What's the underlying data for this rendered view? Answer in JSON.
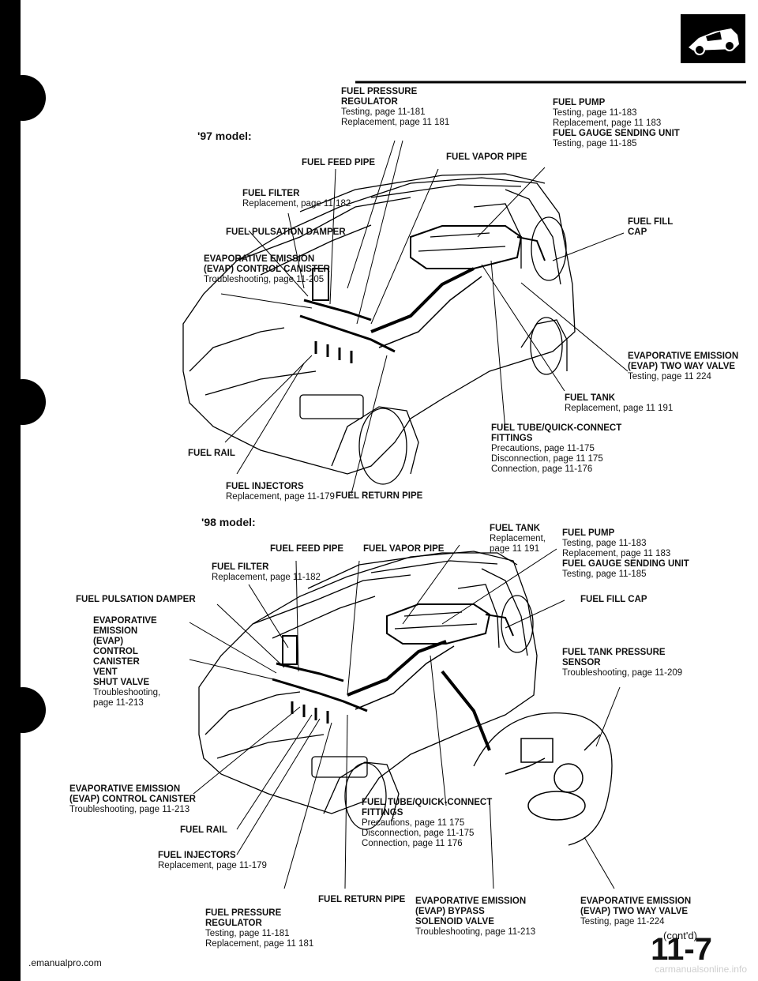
{
  "page": {
    "page_number": "11-7",
    "cont": "(cont'd)",
    "source_url": ".emanualpro.com",
    "watermark": "carmanualsonline.info"
  },
  "model_97": {
    "heading": "'97 model:",
    "fuel_pressure_regulator": {
      "title1": "FUEL PRESSURE",
      "title2": "REGULATOR",
      "line1": "Testing, page 11-181",
      "line2": "Replacement, page 11 181"
    },
    "fuel_pump": {
      "title": "FUEL PUMP",
      "line1": "Testing, page 11-183",
      "line2": "Replacement, page 11 183",
      "title2": "FUEL GAUGE SENDING UNIT",
      "line3": "Testing, page 11-185"
    },
    "fuel_feed_pipe": "FUEL FEED PIPE",
    "fuel_vapor_pipe": "FUEL VAPOR PIPE",
    "fuel_filter": {
      "title": "FUEL FILTER",
      "line1": "Replacement, page 11 182"
    },
    "fuel_fill_cap": {
      "title1": "FUEL FILL",
      "title2": "CAP"
    },
    "fuel_pulsation_damper": "FUEL PULSATION DAMPER",
    "evap_canister": {
      "title1": "EVAPORATIVE EMISSION",
      "title2": "(EVAP) CONTROL CANISTER",
      "line1": "Troubleshooting, page 11-205"
    },
    "evap_two_way": {
      "title1": "EVAPORATIVE EMISSION",
      "title2": "(EVAP) TWO WAY VALVE",
      "line1": "Testing, page 11 224"
    },
    "fuel_tank": {
      "title": "FUEL TANK",
      "line1": "Replacement, page 11 191"
    },
    "quick_connect": {
      "title1": "FUEL TUBE/QUICK-CONNECT",
      "title2": "FITTINGS",
      "line1": "Precautions, page 11-175",
      "line2": "Disconnection, page 11 175",
      "line3": "Connection, page 11-176"
    },
    "fuel_rail": "FUEL RAIL",
    "fuel_injectors": {
      "title": "FUEL INJECTORS",
      "line1": "Replacement, page 11-179"
    },
    "fuel_return_pipe": "FUEL RETURN PIPE"
  },
  "model_98": {
    "heading": "'98 model:",
    "fuel_tank": {
      "title": "FUEL TANK",
      "line1": "Replacement,",
      "line2": "page 11 191"
    },
    "fuel_pump": {
      "title": "FUEL PUMP",
      "line1": "Testing, page 11-183",
      "line2": "Replacement, page 11 183",
      "title2": "FUEL GAUGE SENDING UNIT",
      "line3": "Testing, page 11-185"
    },
    "fuel_feed_pipe": "FUEL FEED PIPE",
    "fuel_vapor_pipe": "FUEL VAPOR PIPE",
    "fuel_filter": {
      "title": "FUEL FILTER",
      "line1": "Replacement, page 11-182"
    },
    "fuel_pulsation_damper": "FUEL PULSATION DAMPER",
    "fuel_fill_cap": "FUEL FILL CAP",
    "evap_vent_shut": {
      "l1": "EVAPORATIVE",
      "l2": "EMISSION",
      "l3": "(EVAP)",
      "l4": "CONTROL",
      "l5": "CANISTER",
      "l6": "VENT",
      "l7": "SHUT VALVE",
      "l8": "Troubleshooting,",
      "l9": "page 11-213"
    },
    "fuel_tank_pressure": {
      "title1": "FUEL TANK PRESSURE",
      "title2": "SENSOR",
      "line1": "Troubleshooting, page 11-209"
    },
    "evap_canister": {
      "title1": "EVAPORATIVE EMISSION",
      "title2": "(EVAP) CONTROL CANISTER",
      "line1": "Troubleshooting, page 11-213"
    },
    "quick_connect": {
      "title1": "FUEL TUBE/QUICK-CONNECT",
      "title2": "FITTINGS",
      "line1": "Precautions, page 11 175",
      "line2": "Disconnection, page 11-175",
      "line3": "Connection, page 11 176"
    },
    "fuel_rail": "FUEL RAIL",
    "fuel_injectors": {
      "title": "FUEL INJECTORS",
      "line1": "Replacement, page 11-179"
    },
    "fuel_return_pipe": "FUEL RETURN PIPE",
    "fuel_pressure_regulator": {
      "title1": "FUEL PRESSURE",
      "title2": "REGULATOR",
      "line1": "Testing, page 11-181",
      "line2": "Replacement, page 11 181"
    },
    "evap_bypass": {
      "title1": "EVAPORATIVE EMISSION",
      "title2": "(EVAP) BYPASS",
      "title3": "SOLENOID VALVE",
      "line1": "Troubleshooting, page 11-213"
    },
    "evap_two_way": {
      "title1": "EVAPORATIVE EMISSION",
      "title2": "(EVAP) TWO WAY VALVE",
      "line1": "Testing, page 11-224"
    }
  }
}
